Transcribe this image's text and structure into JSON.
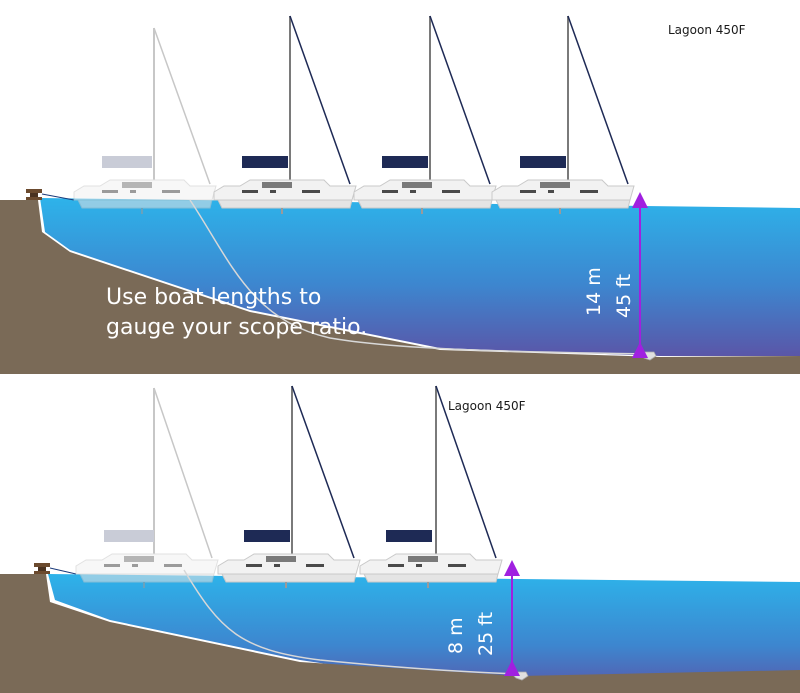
{
  "top_panel": {
    "boat_label": "Lagoon 450F",
    "caption_line1": "Use boat lengths to",
    "caption_line2": "gauge your scope ratio.",
    "depth_metric": "14 m",
    "depth_imperial": "45 ft",
    "boat_lengths_shown": 4
  },
  "bottom_panel": {
    "boat_label": "Lagoon 450F",
    "depth_metric": "8 m",
    "depth_imperial": "25 ft",
    "boat_lengths_shown": 3
  },
  "colors": {
    "water_surface": "#2db3ea",
    "water_deep": "#5a56a8",
    "seabed": "#7a6a57",
    "hull": "#f2f2f2",
    "sail_faded": "#9da4b8",
    "sail_dark": "#1e2a55",
    "depth_arrow": "#a020e0",
    "anchor_rode": "#d8d8d8",
    "bollard": "#6b4a2e"
  },
  "icons": [
    "catamaran-icon",
    "bollard-icon",
    "anchor-icon",
    "depth-arrow-icon"
  ]
}
